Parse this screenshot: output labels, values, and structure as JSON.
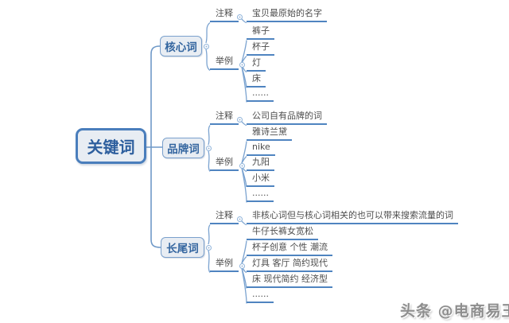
{
  "root": {
    "label": "关键词"
  },
  "branches": [
    {
      "label": "核心词",
      "annotation_label": "注释",
      "annotation": "宝贝最原始的名字",
      "examples_label": "举例",
      "examples": [
        "裤子",
        "杯子",
        "灯",
        "床",
        "......"
      ]
    },
    {
      "label": "品牌词",
      "annotation_label": "注释",
      "annotation": "公司自有品牌的词",
      "examples_label": "举例",
      "examples": [
        "雅诗兰黛",
        "nike",
        "九阳",
        "小米",
        "......"
      ]
    },
    {
      "label": "长尾词",
      "annotation_label": "注释",
      "annotation": "非核心词但与核心词相关的也可以带来搜索流量的词",
      "examples_label": "举例",
      "examples": [
        "牛仔长裤女宽松",
        "杯子创意 个性 潮流",
        "灯具 客厅 简约现代",
        "床 现代简约 经济型",
        "......"
      ]
    }
  ],
  "watermark": "头条 @电商易王",
  "colors": {
    "root_border": "#4a7ebc",
    "node_fill": "#e8edf3",
    "node_text": "#33659f",
    "connector_line": "#7ba3d0",
    "underline": "#4f84c0",
    "leaf_text": "#4d4d4d",
    "watermark_text": "#8e8e8e"
  }
}
